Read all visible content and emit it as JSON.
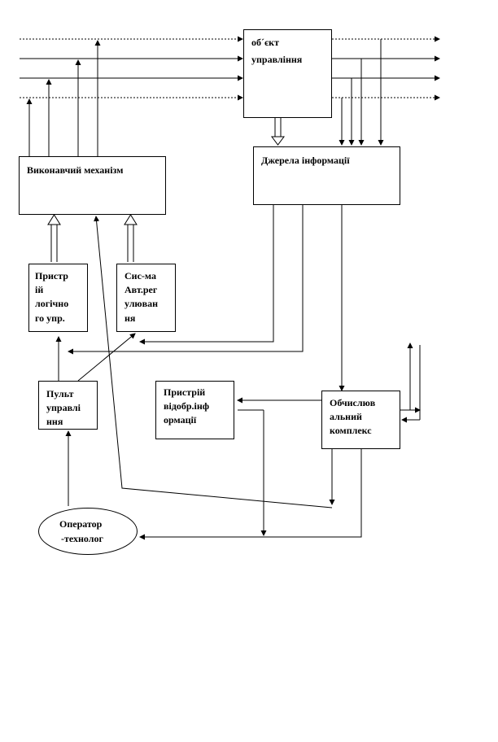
{
  "diagram": {
    "nodes": {
      "object": {
        "lines": [
          "об´єкт",
          "управління"
        ]
      },
      "sources": {
        "lines": [
          "Джерела інформації"
        ]
      },
      "actuator": {
        "lines": [
          "Виконавчий механізм"
        ]
      },
      "logic": {
        "lines": [
          "Пристр",
          "ій",
          "логічно",
          "го упр."
        ]
      },
      "autoreg": {
        "lines": [
          "Сис-ма",
          "Авт.рег",
          "улюван",
          "ня"
        ]
      },
      "console": {
        "lines": [
          "Пульт",
          "управлі",
          "ння"
        ]
      },
      "display": {
        "lines": [
          "Пристрій",
          "відобр.інф",
          "ормації"
        ]
      },
      "computer": {
        "lines": [
          "Обчислюв",
          "альний",
          "комплекс"
        ]
      },
      "operator": {
        "lines": [
          "Оператор",
          "-технолог"
        ]
      }
    }
  }
}
